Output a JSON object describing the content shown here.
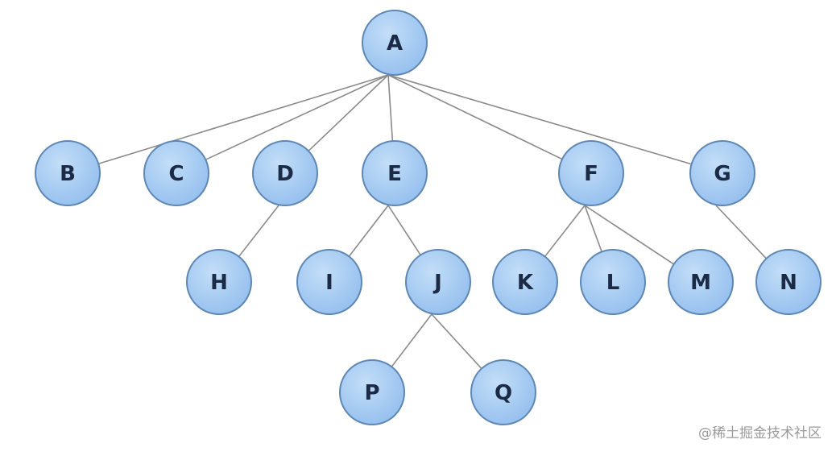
{
  "tree": {
    "root": "A",
    "nodes": [
      "A",
      "B",
      "C",
      "D",
      "E",
      "F",
      "G",
      "H",
      "I",
      "J",
      "K",
      "L",
      "M",
      "N",
      "P",
      "Q"
    ],
    "edges": [
      [
        "A",
        "B"
      ],
      [
        "A",
        "C"
      ],
      [
        "A",
        "D"
      ],
      [
        "A",
        "E"
      ],
      [
        "A",
        "F"
      ],
      [
        "A",
        "G"
      ],
      [
        "D",
        "H"
      ],
      [
        "E",
        "I"
      ],
      [
        "E",
        "J"
      ],
      [
        "F",
        "K"
      ],
      [
        "F",
        "L"
      ],
      [
        "F",
        "M"
      ],
      [
        "G",
        "N"
      ],
      [
        "J",
        "P"
      ],
      [
        "J",
        "Q"
      ]
    ],
    "colors": {
      "node_fill": "#a7cdf3",
      "node_stroke": "#5f87b4",
      "edge": "#8a8a8a",
      "label": "#1b2b45"
    }
  },
  "watermark": {
    "text": "@稀土掘金技术社区"
  }
}
